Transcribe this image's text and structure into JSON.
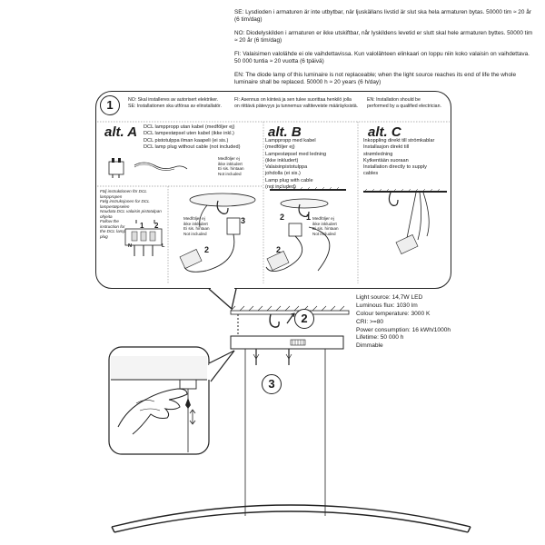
{
  "notes": [
    "SE: Lysdioden i armaturen är inte utbytbar, när ljuskällans livstid är slut ska hela armaturen bytas. 50000 tim ≈ 20 år (6 tim/dag)",
    "NO: Diodelyskilden i armaturen er ikke utskiftbar, når lyskildens levetid er slutt skal hele armaturen byttes. 50000 tim ≈ 20 år (6 tim/dag)",
    "FI: Valaisimen valolähde ei ole vaihdettavissa. Kun valolähteen elinkaari on loppu niin koko valaisin on vaihdettava.  50 000 tuntia ≈ 20 vuotta (6 tpäivä)",
    "EN: The diode lamp of this luminaire is not replaceable; when the light source reaches its end of life the whole luminaire shall be replaced. 50000 h ≈ 20 years (6 h/day)"
  ],
  "step1": {
    "number": "1",
    "se_no": [
      "NO: Skal installeres av autorisert elektriker.",
      "SE: Installationen ska utföras av elinstallatör."
    ],
    "fi": [
      "FI:   Asennus on kiinteä ja sen tulee suorittaa henkilö jolla",
      "on riittävä pätevyys ja tunnemus valtiteveiste määräyksistä."
    ],
    "en": [
      "EN: Installation should be",
      "performed by a qualified electrician."
    ]
  },
  "altA": {
    "title": "alt. A",
    "lines": [
      "DCL lamppropp utan kabel (medföljer ej)",
      "DCL lampestøpsel uten kabel (ikke inkl.)",
      "DCL  pistotulppa ilman kaapeli (ei sis.)",
      "DCL lamp plug without cable (not included)"
    ],
    "not_included_1": [
      "Medföljer ej",
      "ikke inkludert",
      "Ei sis. hintaan",
      "Not included"
    ],
    "not_included_2": [
      "Medföljer ej",
      "ikke inkludert",
      "Ei sis. hintaan",
      "Not included"
    ],
    "instructions": [
      "Följ instruktionen för DCL lamppropen",
      "Følg instruksjonen for DCL",
      "lampestøpselen",
      "Noudata DCL valaisin pistotulpan",
      "ohjeita",
      "Follow the",
      "instruction for",
      "the DCL lamp",
      "plug"
    ],
    "terminal_n": "N",
    "terminal_l": "L",
    "n1": "1",
    "n2": "2",
    "n3": "3",
    "n4": "2"
  },
  "altB": {
    "title": "alt. B",
    "lines": [
      "Lamppropp med kabel",
      "(medföljer ej)",
      "Lampestøpsel med ledning",
      "(ikke inkludert)",
      "Valaisinpistotulppa",
      "johdolla (ei sis.)",
      "Lamp plug with cable",
      "(not included)"
    ],
    "not_included": [
      "Medföljer ej",
      "ikke inkludert",
      "Ei sis. hintaan",
      "Not included"
    ],
    "n1": "2",
    "n2": "1",
    "n3": "2"
  },
  "altC": {
    "title": "alt. C",
    "lines": [
      "Inkoppling direkt till strömkablar",
      "Installasjon direkt till",
      "strømledning",
      "Kytkentään suoraan",
      "Installation directly to supply",
      "cables"
    ]
  },
  "bottom": {
    "n2": "2",
    "n3": "3"
  },
  "specs": [
    "Light source:  14,7W LED",
    "Luminous flux: 1030 lm",
    "Colour temperature: 3000 K",
    "CRI: >=80",
    "Power consumption: 16 kWh/1000h",
    "Lifetime: 50 000 h",
    "Dimmable"
  ]
}
